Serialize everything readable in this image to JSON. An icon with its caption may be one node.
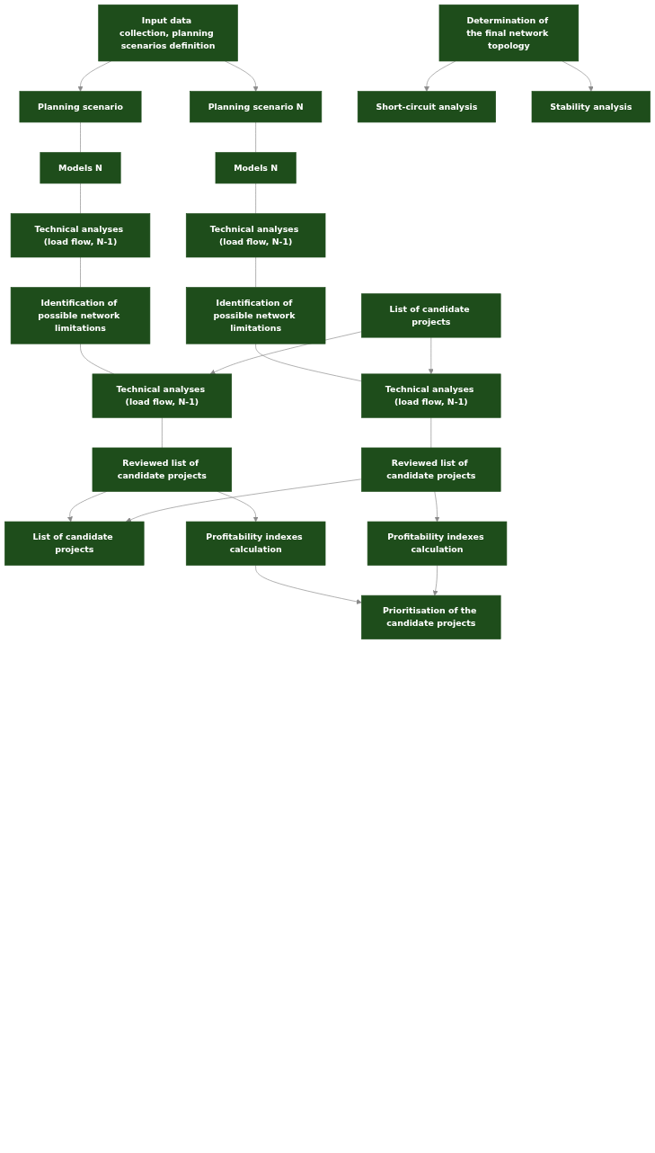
{
  "diagram": {
    "nodes": [
      {
        "text": [
          "Input data collection, planning scenarios definition"
        ]
      },
      {
        "text": [
          "Planning scenario"
        ]
      },
      {
        "text": [
          "Planning scenario N"
        ]
      },
      {
        "text": [
          "Models N"
        ]
      },
      {
        "text": [
          "Models N"
        ]
      },
      {
        "text": [
          "Technical analyses (load flow, N-1)"
        ]
      },
      {
        "text": [
          "Technical analyses (load flow, N-1)"
        ]
      },
      {
        "text": [
          "Identification of possible network limitations"
        ]
      },
      {
        "text": [
          "Identification of possible network limitations"
        ]
      },
      {
        "text": [
          "Technical analyses (load flow, N-1)"
        ]
      },
      {
        "text": [
          "List of candidate projects"
        ]
      },
      {
        "text": [
          "Technical analyses (load flow, N-1)"
        ]
      },
      {
        "text": [
          "Reviewed list of candidate projects"
        ]
      },
      {
        "text": [
          "List of candidate projects"
        ]
      },
      {
        "text": [
          "Reviewed list of candidate projects"
        ]
      },
      {
        "text": [
          "Profitability indexes calculation"
        ]
      },
      {
        "text": [
          "Prioritisation of the candidate projects"
        ]
      },
      {
        "text": [
          "Profitability indexes calculation"
        ]
      },
      {
        "text": [
          "Short-circuit analysis"
        ]
      },
      {
        "text": [
          "Determination of the final network topology"
        ]
      },
      {
        "text": [
          "Stability analysis"
        ]
      }
    ],
    "edges": [
      {
        "from": 0,
        "to": 1,
        "arrow": "to"
      },
      {
        "from": 0,
        "to": 2,
        "arrow": "to"
      },
      {
        "from": 1,
        "to": 3,
        "arrow": "none"
      },
      {
        "from": 2,
        "to": 4,
        "arrow": "none"
      },
      {
        "from": 3,
        "to": 5,
        "arrow": "none"
      },
      {
        "from": 4,
        "to": 6,
        "arrow": "none"
      },
      {
        "from": 5,
        "to": 7,
        "arrow": "none"
      },
      {
        "from": 6,
        "to": 8,
        "arrow": "none"
      },
      {
        "from": 7,
        "to": 9,
        "arrow": "none"
      },
      {
        "from": 8,
        "to": 11,
        "arrow": "none"
      },
      {
        "from": 10,
        "to": 9,
        "arrow": "to"
      },
      {
        "from": 10,
        "to": 11,
        "arrow": "to"
      },
      {
        "from": 9,
        "to": 12,
        "arrow": "none"
      },
      {
        "from": 11,
        "to": 14,
        "arrow": "none"
      },
      {
        "from": 12,
        "to": 13,
        "arrow": "to"
      },
      {
        "from": 14,
        "to": 13,
        "arrow": "to"
      },
      {
        "from": 12,
        "to": 15,
        "arrow": "to"
      },
      {
        "from": 14,
        "to": 17,
        "arrow": "to"
      },
      {
        "from": 15,
        "to": 16,
        "arrow": "to"
      },
      {
        "from": 17,
        "to": 16,
        "arrow": "to"
      },
      {
        "from": 19,
        "to": 18,
        "arrow": "to"
      },
      {
        "from": 19,
        "to": 20,
        "arrow": "to"
      }
    ]
  }
}
